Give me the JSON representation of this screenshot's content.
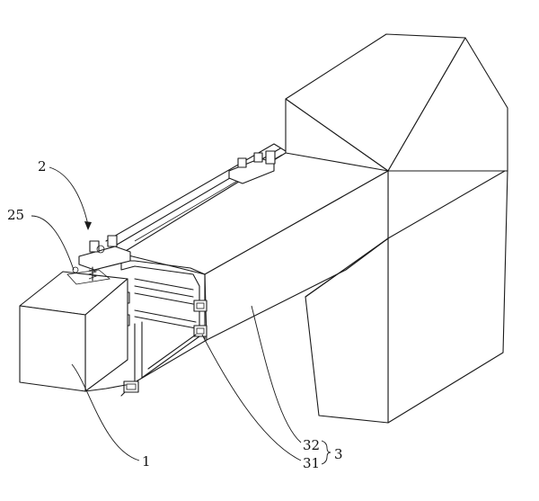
{
  "labels": {
    "part_1": "1",
    "part_2": "2",
    "part_25": "25",
    "part_31": "31",
    "part_32": "32",
    "assembly_3": "3"
  }
}
